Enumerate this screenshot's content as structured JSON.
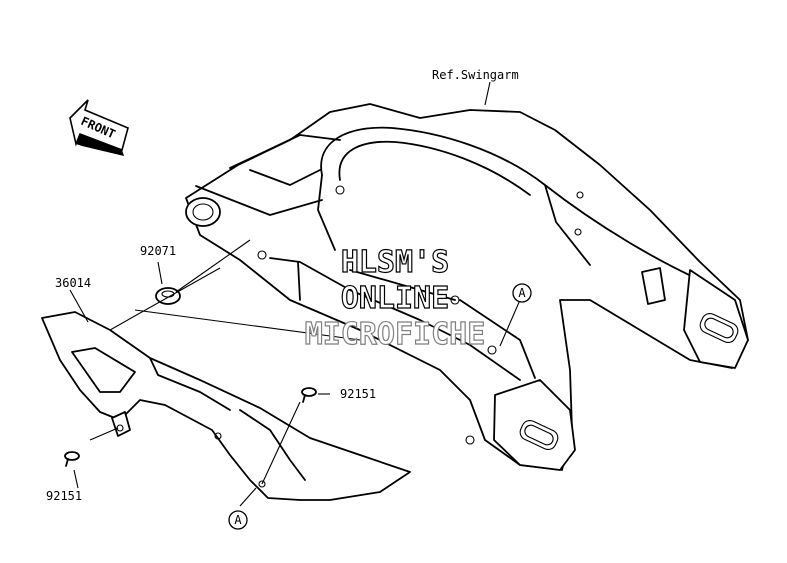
{
  "diagram": {
    "front_arrow": {
      "text": "FRONT",
      "icon": "front-arrow-icon"
    },
    "ref_label": "Ref.Swingarm",
    "parts": {
      "chain_cover": "36014",
      "collar": "92071",
      "bolt_upper": "92151",
      "bolt_lower": "92151"
    },
    "markers": {
      "upper": "A",
      "lower": "A"
    },
    "watermark": {
      "line1": "HLSM'S",
      "line2": "ONLINE",
      "line3": "MICROFICHE",
      "color_dark": "#000000",
      "color_light": "#808080"
    }
  }
}
